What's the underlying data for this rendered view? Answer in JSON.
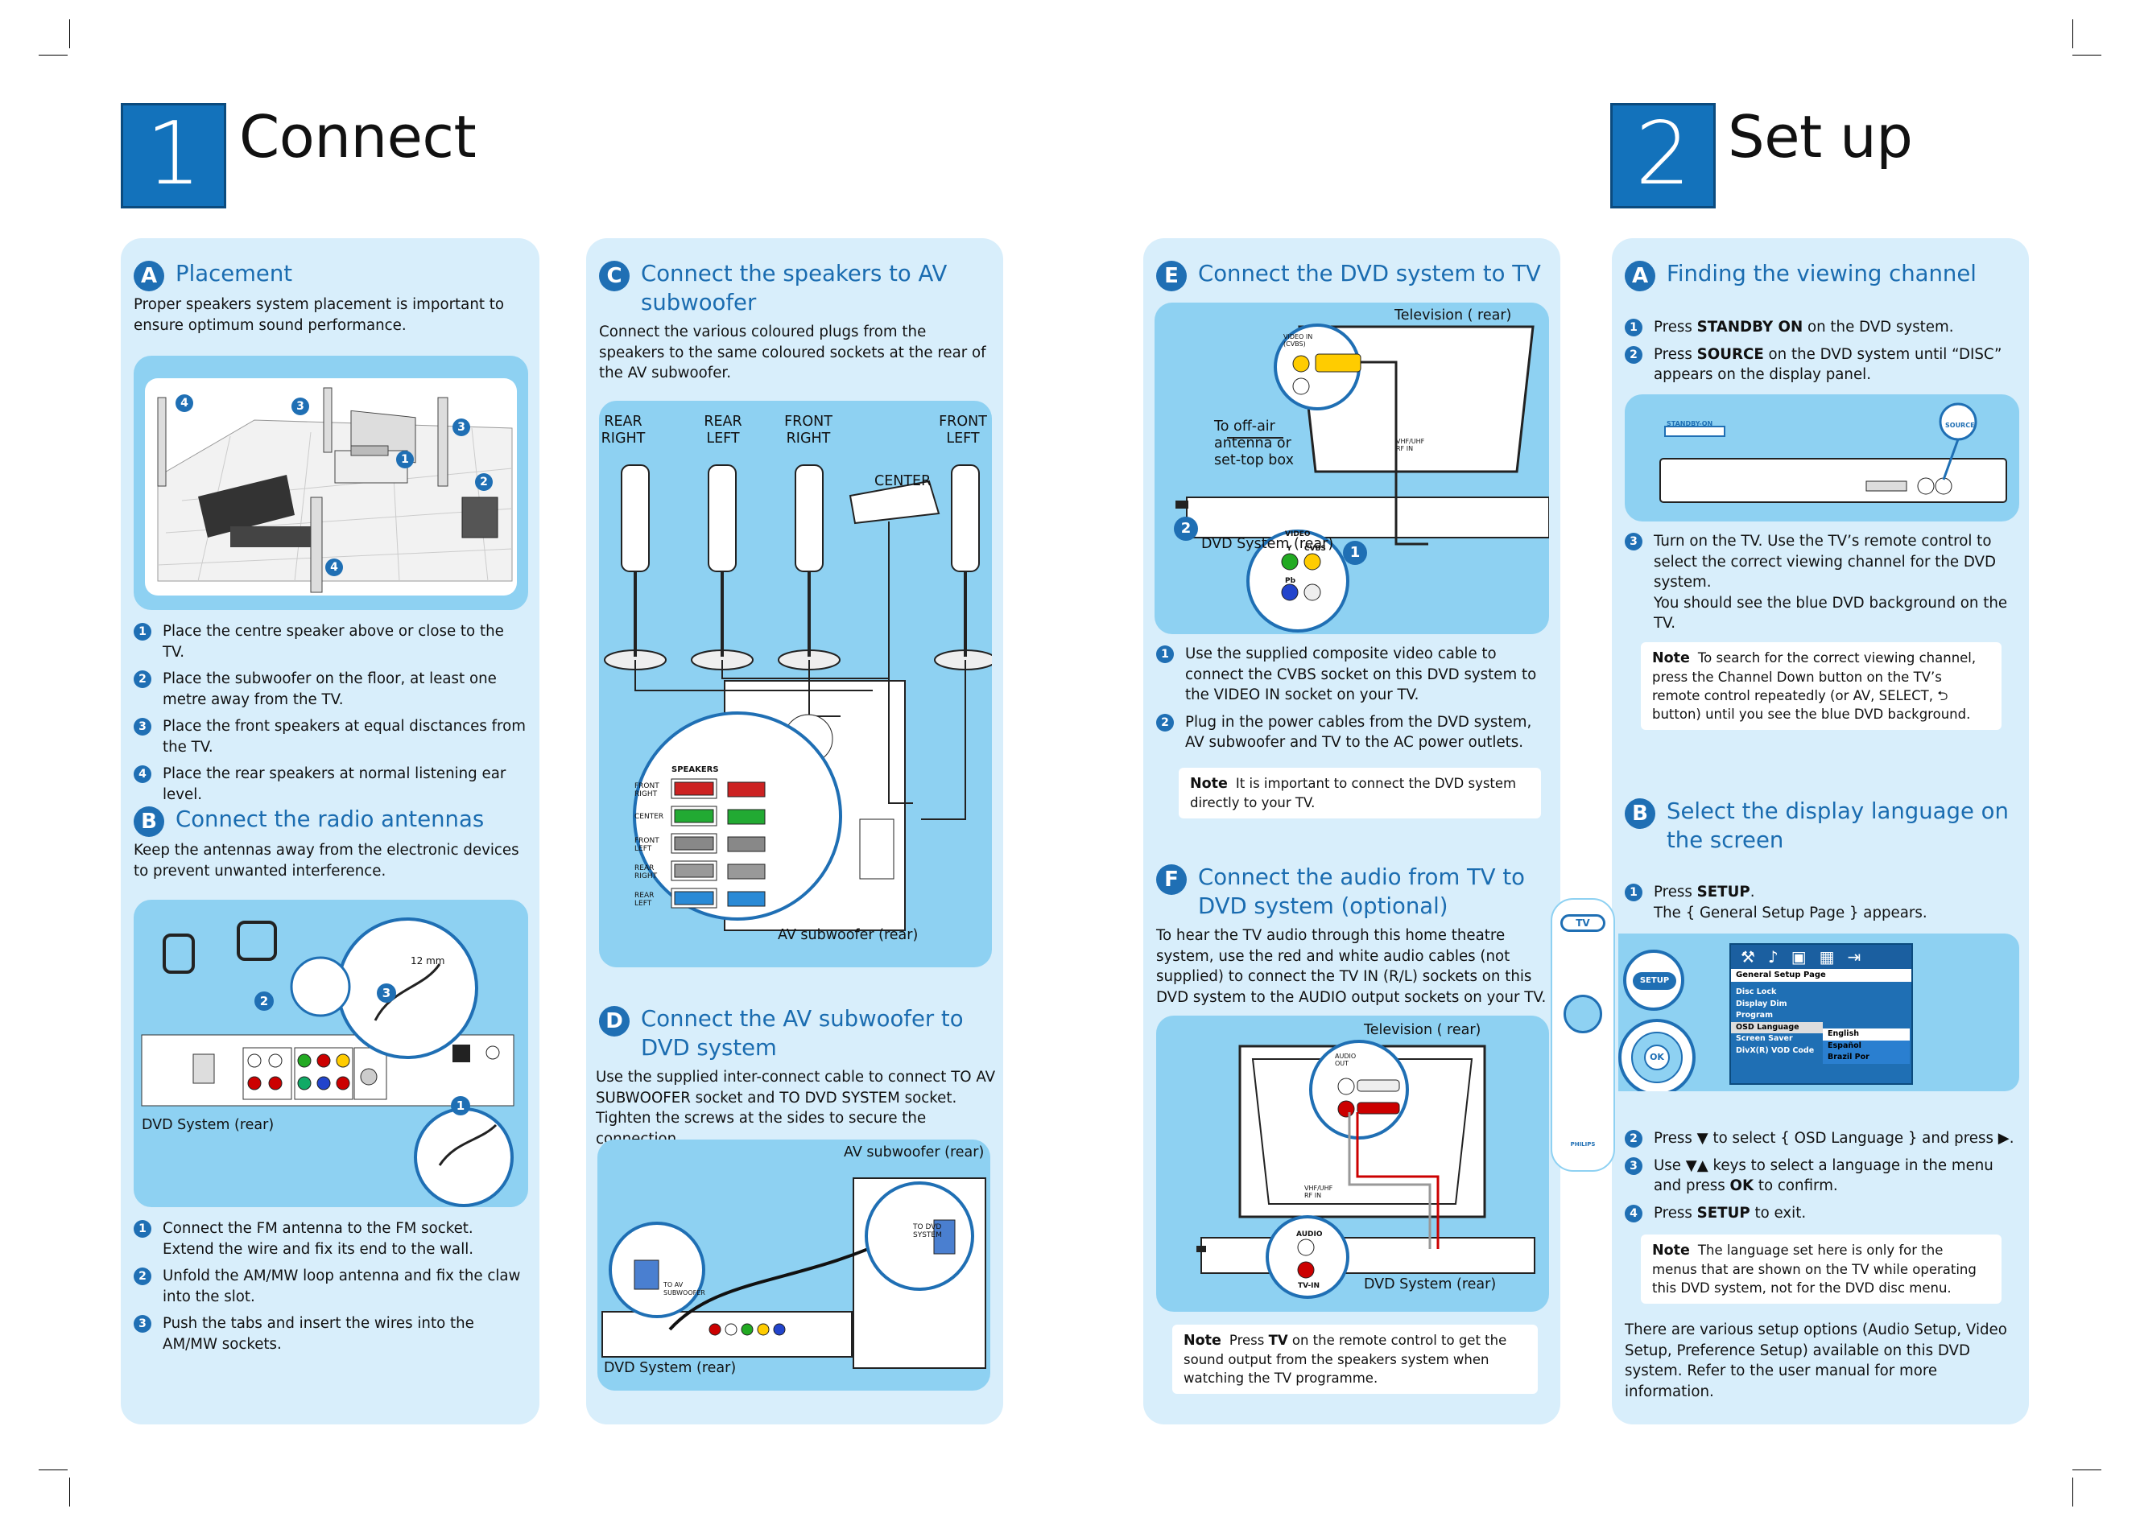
{
  "connect": {
    "number": "1",
    "title": "Connect",
    "placement": {
      "badge": "A",
      "title": "Placement",
      "intro": "Proper speakers system placement is important to ensure optimum sound performance.",
      "steps": [
        "Place the centre speaker above or close to the TV.",
        "Place the subwoofer on the floor, at least one metre away from the TV.",
        "Place the front speakers at equal disctances from the TV.",
        "Place the rear speakers at normal listening ear level."
      ]
    },
    "antennas": {
      "badge": "B",
      "title": "Connect the radio antennas",
      "intro": "Keep the antennas away from the electronic devices to prevent unwanted interference.",
      "fig_label": "DVD System (rear)",
      "fig_mm": "12 mm",
      "steps": [
        "Connect the FM antenna to the FM socket.  Extend the wire and fix its end to the wall.",
        "Unfold the AM/MW loop antenna and fix the claw into the slot.",
        "Push the tabs and insert the wires into the AM/MW sockets."
      ]
    },
    "speakers": {
      "badge": "C",
      "title": "Connect the speakers to AV subwoofer",
      "intro": "Connect the various coloured plugs from the speakers to the same coloured sockets at the rear of the AV subwoofer.",
      "labels": {
        "rear_right": "REAR\nRIGHT",
        "rear_left": "REAR\nLEFT",
        "front_right": "FRONT\nRIGHT",
        "front_left": "FRONT\nLEFT",
        "center": "CENTER",
        "sub": "AV subwoofer (rear)",
        "panel_title": "SPEAKERS",
        "p_front_right": "FRONT\nRIGHT",
        "p_center": "CENTER",
        "p_front_left": "FRONT\nLEFT",
        "p_rear_right": "REAR\nRIGHT",
        "p_rear_left": "REAR\nLEFT"
      }
    },
    "subwoofer": {
      "badge": "D",
      "title": "Connect the AV subwoofer to DVD system",
      "intro": "Use the supplied inter-connect cable to connect TO AV SUBWOOFER socket and TO DVD SYSTEM socket. Tighten the screws at the sides to secure the connection.",
      "label_sub": "AV subwoofer (rear)",
      "label_dvd": "DVD System (rear)",
      "to_av": "TO AV\nSUBWOOFER",
      "to_dvd": "TO DVD\nSYSTEM"
    }
  },
  "setup": {
    "number": "2",
    "title": "Set up",
    "dvd_tv": {
      "badge": "E",
      "title": "Connect the DVD system to TV",
      "label_tv": "Television ( rear)",
      "label_antenna": "To off-air\nantenna or\nset-top box",
      "label_dvd": "DVD System (rear)",
      "video_in": "VIDEO IN\n(CVBS)",
      "vhf": "VHF/UHF\nRF IN",
      "video": "VIDEO",
      "y": "Y",
      "cvbs": "CVBS",
      "pb": "Pb",
      "steps": [
        "Use the supplied composite video cable to connect the CVBS socket on this DVD system to the VIDEO IN socket on your TV.",
        "Plug in the power cables from the DVD system, AV subwoofer and TV to the AC power outlets."
      ],
      "note_label": "Note",
      "note": "It is important to connect the DVD system directly to your TV."
    },
    "audio": {
      "badge": "F",
      "title": "Connect the audio from TV to DVD system (optional)",
      "intro": "To hear the TV audio through this home theatre system, use the red and white audio cables (not supplied) to connect the TV IN (R/L) sockets on this DVD system to the AUDIO output sockets on your TV.",
      "label_tv": "Television ( rear)",
      "label_dvd": "DVD System (rear)",
      "audio_out": "AUDIO\nOUT",
      "audio": "AUDIO",
      "tv_in": "TV-IN",
      "vhf": "VHF/UHF\nRF IN",
      "note_label": "Note",
      "note_pre": "Press ",
      "note_bold": "TV",
      "note_post": " on the remote control to get the sound output from the speakers system when watching the TV programme."
    },
    "viewing": {
      "badge": "A",
      "title": "Finding the viewing channel",
      "s1_pre": "Press ",
      "s1_bold": "STANDBY ON",
      "s1_post": " on the DVD system.",
      "s2_pre": "Press ",
      "s2_bold": "SOURCE",
      "s2_post": " on the DVD system until “DISC” appears on the display panel.",
      "s3": "Turn on the TV.  Use the TV’s remote control to select the correct viewing channel for the DVD system.",
      "s3b": "You should see the blue DVD background on the TV.",
      "label_standby": "STANDBY-ON",
      "label_source": "SOURCE",
      "note_label": "Note",
      "note": "To search for the correct viewing channel, press the Channel Down button on the TV’s remote control repeatedly (or AV, SELECT, ⮌ button) until you see the blue DVD background."
    },
    "language": {
      "badge": "B",
      "title": "Select the display language on the screen",
      "s1_pre": "Press ",
      "s1_bold": "SETUP",
      "s1_post": ".",
      "s1b": "The { General Setup Page } appears.",
      "s2_pre": "Press ",
      "s2_bold": "▼",
      "s2_mid": " to select { OSD Language } and press ",
      "s2_bold2": "▶",
      "s2_post": ".",
      "s3_pre": "Use ",
      "s3_bold": "▼▲",
      "s3_mid": " keys to select a language in the menu and press ",
      "s3_bold2": "OK",
      "s3_post": " to confirm.",
      "s4_pre": "Press ",
      "s4_bold": "SETUP",
      "s4_post": " to exit.",
      "remote_tv": "TV",
      "remote_setup": "SETUP",
      "remote_ok": "OK",
      "remote_brand": "PHILIPS",
      "menu_title": "General Setup Page",
      "menu_items": [
        "Disc Lock",
        "Display Dim",
        "Program",
        "OSD Language",
        "Screen Saver",
        "DivX(R) VOD Code"
      ],
      "menu_values": [
        "English",
        "Español",
        "Brazil Por"
      ],
      "note_label": "Note",
      "note": "The language set here is only for the menus that are shown on the TV while operating this DVD system, not for the DVD disc menu.",
      "footer": "There are various setup options (Audio Setup, Video Setup, Preference Setup) available on this DVD system. Refer to the user manual for more information."
    }
  },
  "colors": {
    "accent": "#1f6fb4",
    "panel": "#d8eefb",
    "figure": "#8ed1f2",
    "title_box": "#1372bb"
  }
}
